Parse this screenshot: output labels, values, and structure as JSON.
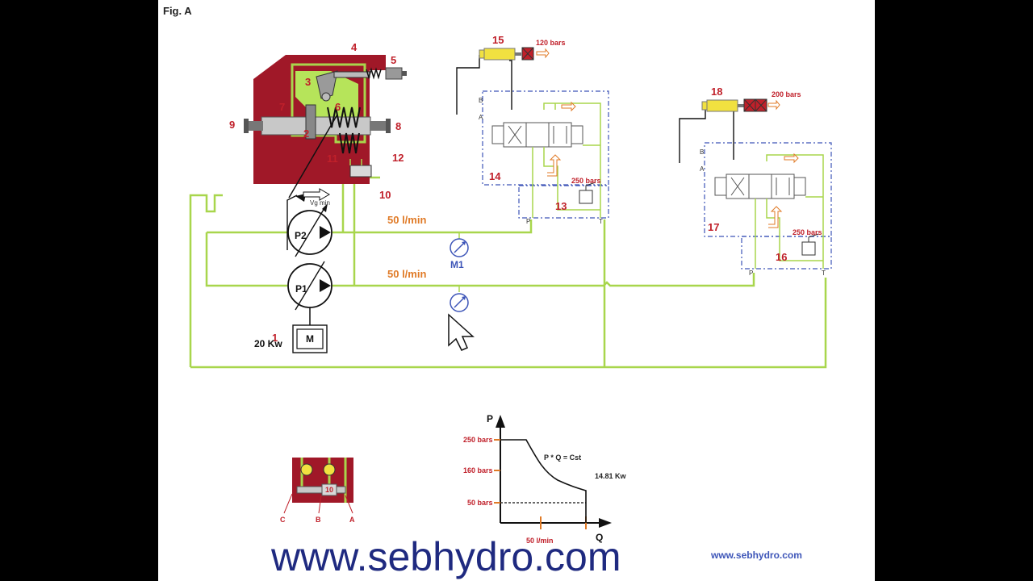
{
  "figure": {
    "label": "Fig. A"
  },
  "pump_unit": {
    "numbers": [
      "1",
      "2",
      "3",
      "4",
      "5",
      "6",
      "7",
      "8",
      "9",
      "10",
      "11",
      "12"
    ],
    "pump_labels": {
      "p1": "P1",
      "p2": "P2"
    },
    "motor": {
      "symbol": "M",
      "power": "20 Kw"
    },
    "vg_label": "Vg min"
  },
  "circuit": {
    "flow_top": "50 l/min",
    "flow_bottom": "50 l/min",
    "gauge_label": "M1",
    "valve_numbers": [
      "13",
      "14",
      "15",
      "16",
      "17",
      "18"
    ],
    "cylinder_pressure_1": "120 bars",
    "cylinder_pressure_2": "200 bars",
    "relief_1": "250 bars",
    "relief_2": "250 bars",
    "port_p": "P",
    "port_t": "T",
    "port_a": "A",
    "port_b": "B"
  },
  "inset": {
    "block_number": "10",
    "ports": [
      "C",
      "B",
      "A"
    ]
  },
  "graph": {
    "p_axis": "P",
    "q_axis": "Q",
    "p_ticks": [
      "250 bars",
      "160 bars",
      "50 bars"
    ],
    "q_tick": "50 l/min",
    "formula": "P * Q = Cst",
    "power": "14.81 Kw"
  },
  "watermark": {
    "large": "www.sebhydro.com",
    "small": "www.sebhydro.com"
  },
  "colors": {
    "line": "#a8d64c",
    "housing": "#a01828",
    "label": "#c0202a",
    "flow": "#e07a26",
    "dash": "#3d55b8"
  }
}
